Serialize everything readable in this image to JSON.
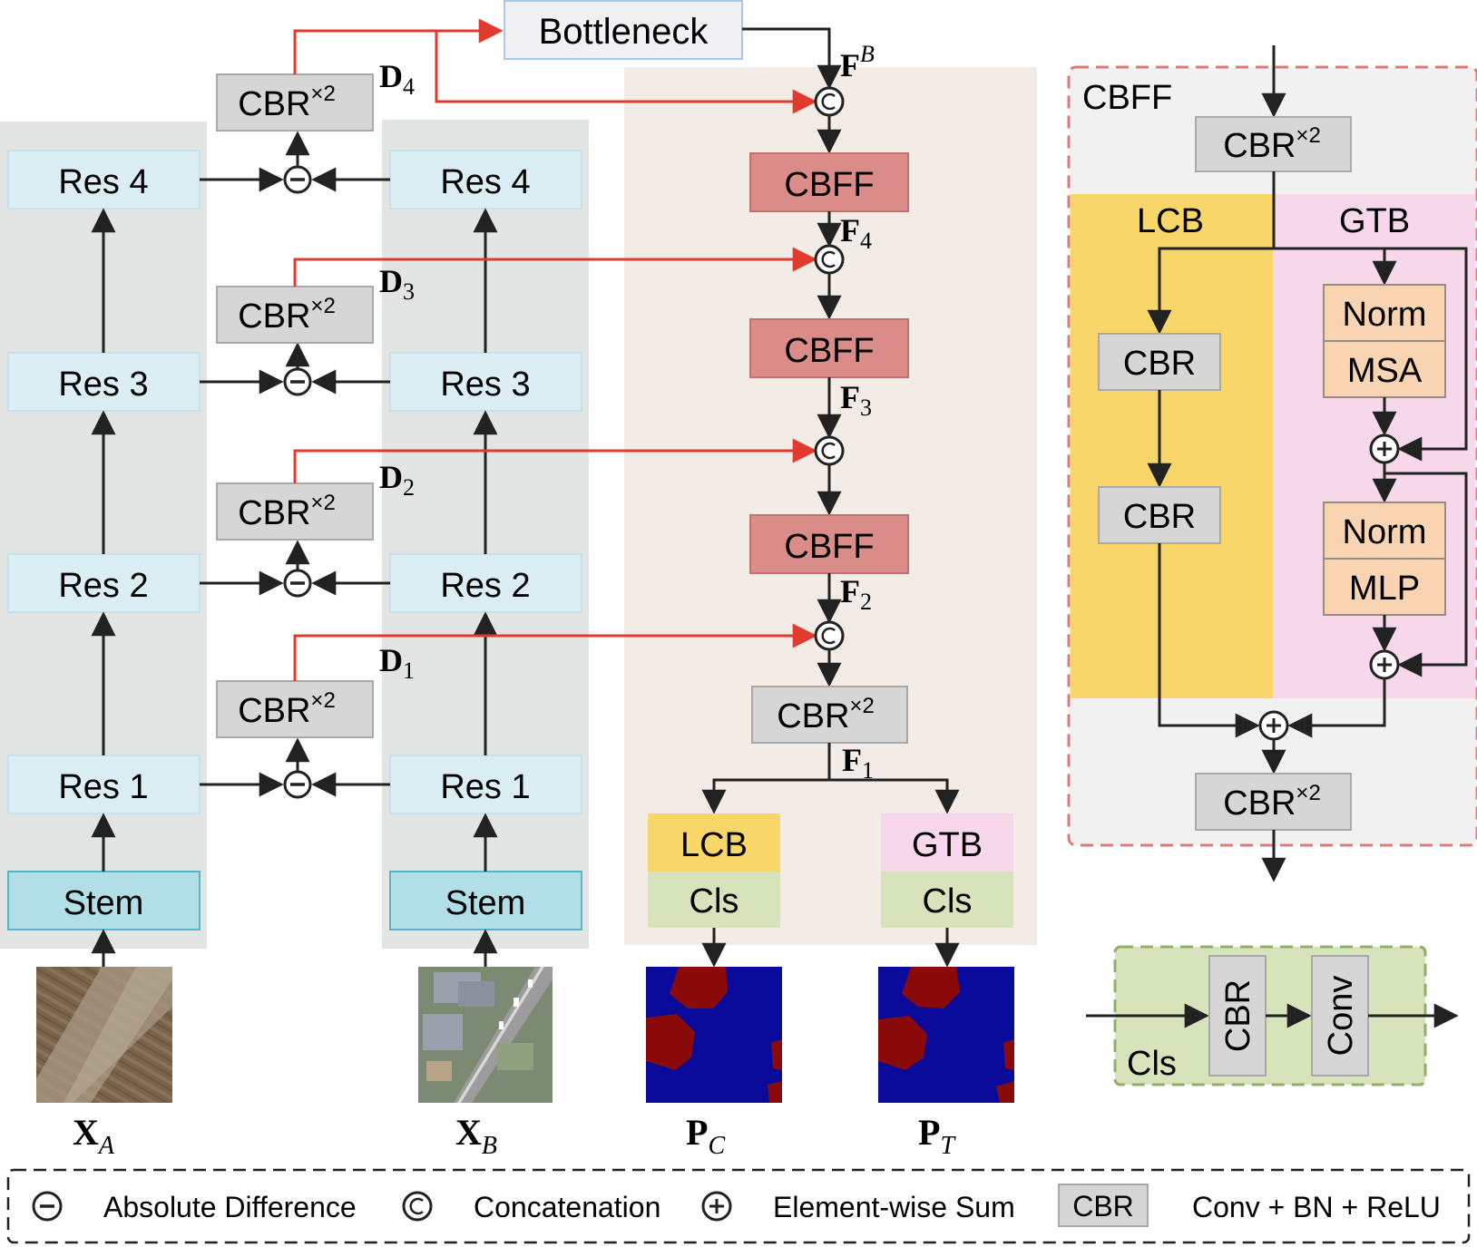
{
  "encoder": {
    "res_labels": [
      "Res 1",
      "Res 2",
      "Res 3",
      "Res 4"
    ],
    "stem_label": "Stem",
    "input_a": {
      "bold": "X",
      "sub": "A"
    },
    "input_b": {
      "bold": "X",
      "sub": "B"
    }
  },
  "diff": {
    "cbr_label": "CBR",
    "cbr_sup": "×2",
    "d_labels": [
      {
        "bold": "D",
        "sub": "1"
      },
      {
        "bold": "D",
        "sub": "2"
      },
      {
        "bold": "D",
        "sub": "3"
      },
      {
        "bold": "D",
        "sub": "4"
      }
    ]
  },
  "decoder": {
    "bottleneck_label": "Bottleneck",
    "fb_label": {
      "bold": "F",
      "sup": "B"
    },
    "cbff_label": "CBFF",
    "f_labels": [
      {
        "bold": "F",
        "sub": "4"
      },
      {
        "bold": "F",
        "sub": "3"
      },
      {
        "bold": "F",
        "sub": "2"
      },
      {
        "bold": "F",
        "sub": "1"
      }
    ],
    "cbr_label": "CBR",
    "cbr_sup": "×2",
    "lcb_label": "LCB",
    "gtb_label": "GTB",
    "cls_label": "Cls",
    "output_c": {
      "bold": "P",
      "sub": "C"
    },
    "output_t": {
      "bold": "P",
      "sub": "T"
    }
  },
  "cbff_detail": {
    "title": "CBFF",
    "cbr_label": "CBR",
    "cbr_sup": "×2",
    "lcb_title": "LCB",
    "gtb_title": "GTB",
    "lcb_cbr_labels": [
      "CBR",
      "CBR"
    ],
    "norm_label": "Norm",
    "msa_label": "MSA",
    "mlp_label": "MLP"
  },
  "cls_detail": {
    "title": "Cls",
    "cbr_label": "CBR",
    "conv_label": "Conv"
  },
  "legend": {
    "abs_diff_label": "Absolute Difference",
    "concat_label": "Concatenation",
    "sum_label": "Element-wise Sum",
    "cbr_box_label": "CBR",
    "cbr_desc": "Conv + BN + ReLU"
  },
  "colors": {
    "encoder_panel": "#e3e4e4",
    "res_block": "#daeef4",
    "stem_block": "#b2dfe7",
    "cbr_block": "#d6d6d6",
    "decoder_panel": "#f2ebe6",
    "cbff_block": "#d98c88",
    "lcb_block": "#f9d66a",
    "gtb_block": "#f6d8ea",
    "cls_block": "#d7e3bb",
    "red_arrow": "#e13b30",
    "change_map_bg": "#0a0a9a",
    "change_map_fg": "#8a0a0a"
  }
}
